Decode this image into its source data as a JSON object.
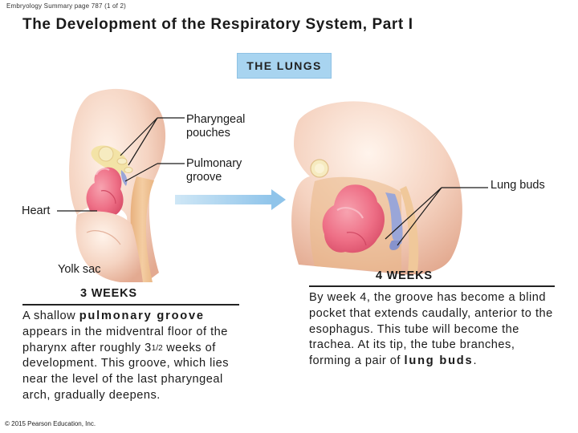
{
  "header_note": "Embryology Summary page 787 (1 of 2)",
  "title": "The Development of the Respiratory System, Part I",
  "section_box": "THE LUNGS",
  "labels": {
    "pharyngeal_line1": "Pharyngeal",
    "pharyngeal_line2": "pouches",
    "pulmonary_line1": "Pulmonary",
    "pulmonary_line2": "groove",
    "heart": "Heart",
    "yolk_sac": "Yolk sac",
    "lung_buds": "Lung buds"
  },
  "left_panel": {
    "weeks": "3 WEEKS",
    "desc_1": "A shallow ",
    "desc_bold": "pulmonary groove",
    "desc_2": "appears in the midventral floor of the pharynx after roughly ",
    "desc_whole": "3",
    "desc_frac": "1/2",
    "desc_3": " weeks of development. This groove, which lies near the level of the last pharyngeal arch, gradually deepens."
  },
  "right_panel": {
    "weeks": "4 WEEKS",
    "desc_1": "By week 4, the groove has become a blind pocket that extends caudally, anterior to the esophagus. This tube will become the trachea. At its tip, the tube branches, forming a pair of ",
    "desc_bold": "lung buds",
    "desc_2": "."
  },
  "copyright": "© 2015 Pearson Education, Inc.",
  "colors": {
    "title_box": "#a8d4f0",
    "embryo_tan": "#f0c49a",
    "heart_pink": "#ef6f86",
    "foregut_yellow": "#f3e3a6",
    "lung_bud_blue": "#9aa6d8",
    "arrow": "#a8d4ef"
  }
}
